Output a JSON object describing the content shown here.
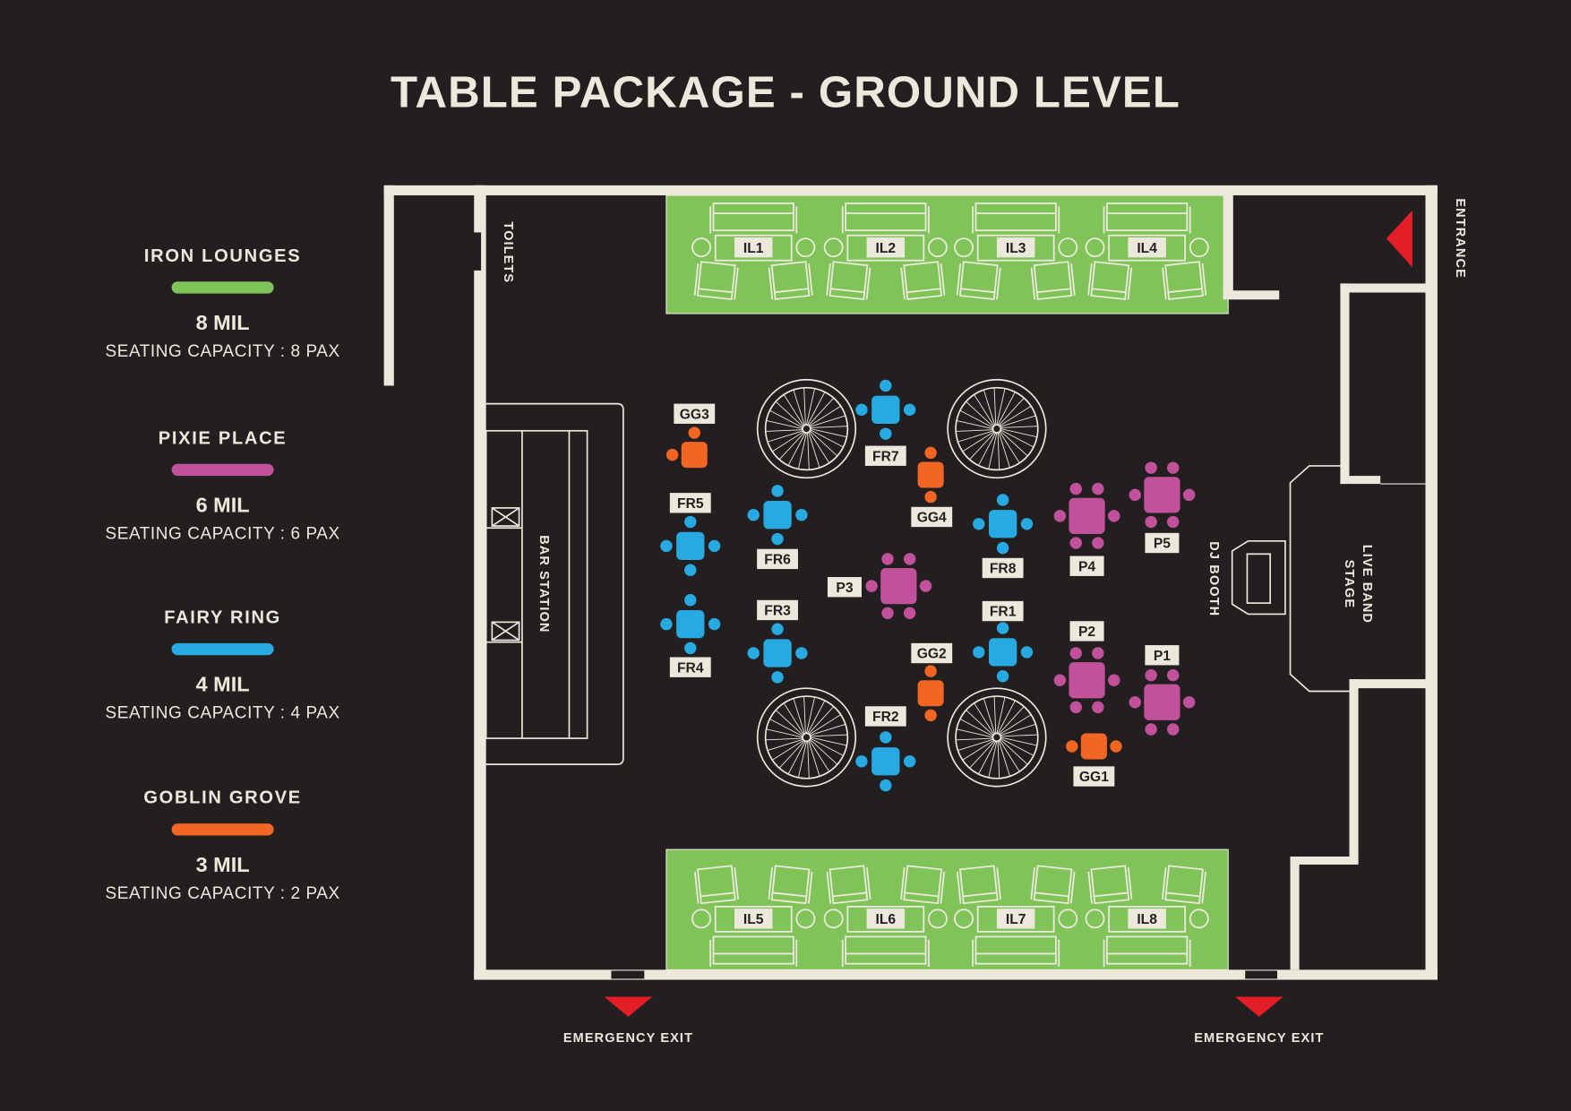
{
  "title": "TABLE PACKAGE - GROUND LEVEL",
  "colors": {
    "background": "#231f20",
    "wall": "#ece9dc",
    "iron_lounges": "#7fc359",
    "pixie_place": "#c2519c",
    "fairy_ring": "#27a9e1",
    "goblin_grove": "#f26522",
    "arrow": "#e31e26"
  },
  "legend": [
    {
      "name": "IRON LOUNGES",
      "price": "8 MIL",
      "capacity": "SEATING CAPACITY : 8 PAX",
      "color_key": "iron_lounges"
    },
    {
      "name": "PIXIE PLACE",
      "price": "6 MIL",
      "capacity": "SEATING CAPACITY : 6 PAX",
      "color_key": "pixie_place"
    },
    {
      "name": "FAIRY RING",
      "price": "4 MIL",
      "capacity": "SEATING CAPACITY : 4 PAX",
      "color_key": "fairy_ring"
    },
    {
      "name": "GOBLIN GROVE",
      "price": "3 MIL",
      "capacity": "SEATING CAPACITY : 2 PAX",
      "color_key": "goblin_grove"
    }
  ],
  "areas": {
    "toilets": "TOILETS",
    "bar_station": "BAR STATION",
    "dj_booth": "DJ BOOTH",
    "live_band_line1": "LIVE BAND",
    "live_band_line2": "STAGE",
    "entrance": "ENTRANCE",
    "emergency_exit_left": "EMERGENCY EXIT",
    "emergency_exit_right": "EMERGENCY EXIT"
  },
  "lounges_top": [
    "IL1",
    "IL2",
    "IL3",
    "IL4"
  ],
  "lounges_bottom": [
    "IL5",
    "IL6",
    "IL7",
    "IL8"
  ],
  "fairy_ring_tables": [
    "FR1",
    "FR2",
    "FR3",
    "FR4",
    "FR5",
    "FR6",
    "FR7",
    "FR8"
  ],
  "goblin_grove_tables": [
    "GG1",
    "GG2",
    "GG3",
    "GG4"
  ],
  "pixie_place_tables": [
    "P1",
    "P2",
    "P3",
    "P4",
    "P5"
  ]
}
